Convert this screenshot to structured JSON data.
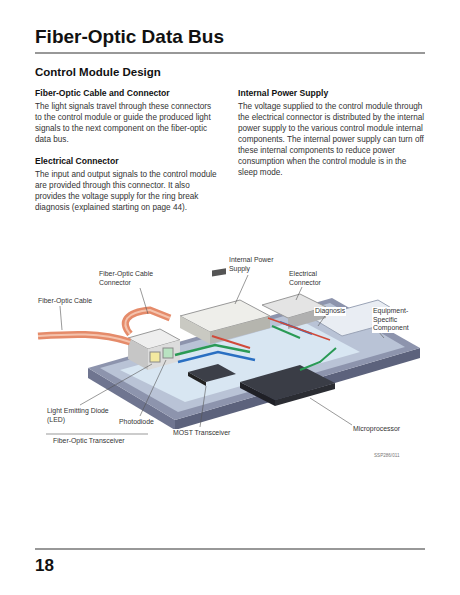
{
  "diagram": {
    "title": "Fiber-Optic Data Bus",
    "labels": [
      "Control Module Design",
      "Fiber-Optic Cable and Connector",
      "The light signals travel through these connectors to the control module or guide the produced light signals to the next component on the fiber-optic data bus.",
      "Electrical Connector",
      "The input and output signals to the control module are provided through this connector. It also provides the voltage supply for the ring break diagnosis (explained starting on page 44).",
      "Internal Power Supply",
      "The voltage supplied to the control module through the electrical connector is distributed by the internal power supply to the various control module internal components. The internal power supply can turn off these internal components to reduce power consumption when the control module is in the sleep mode.",
      "Internal Power Supply",
      "Fiber-Optic Cable Connector",
      "Electrical Connector",
      "Fiber-Optic Cable",
      "Diagnosis",
      "Equipment-Specific Component",
      "Light Emitting Diode (LED)",
      "Photodiode",
      "Fiber-Optic Transceiver",
      "MOST Transceiver",
      "Microprocessor",
      "SSP286/011",
      "18"
    ]
  }
}
